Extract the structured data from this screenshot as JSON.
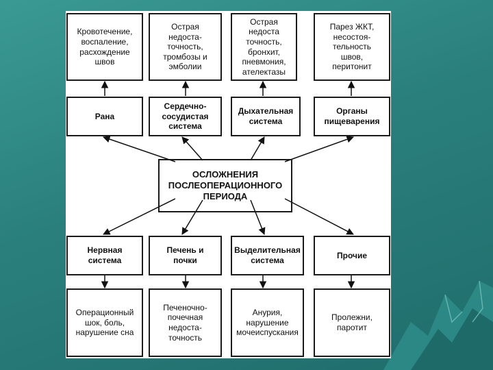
{
  "title": "ОСЛОЖНЕНИЯ\nПОСЛЕОПЕРАЦИОННОГО\nПЕРИОДА",
  "top_descriptions": [
    "Кровотечение,\nвоспаление,\nрасхождение\nшвов",
    "Острая\nнедоста-\nточность,\nтромбозы и\nэмболии",
    "Острая\nнедоста\nточность,\nбронхит,\nпневмония,\nателектазы",
    "Парез ЖКТ,\nнесостоя-\nтельность\nшвов,\nперитонит"
  ],
  "top_categories": [
    "Рана",
    "Сердечно-\nсосудистая\nсистема",
    "Дыхательная\nсистема",
    "Органы\nпищеварения"
  ],
  "bottom_categories": [
    "Нервная\nсистема",
    "Печень и\nпочки",
    "Выделительная\nсистема",
    "Прочие"
  ],
  "bottom_descriptions": [
    "Операционный\nшок, боль,\nнарушение сна",
    "Печеночно-\nпочечная\nнедоста-\nточность",
    "Анурия,\nнарушение\nмочеиспускания",
    "Пролежни,\nпаротит"
  ]
}
